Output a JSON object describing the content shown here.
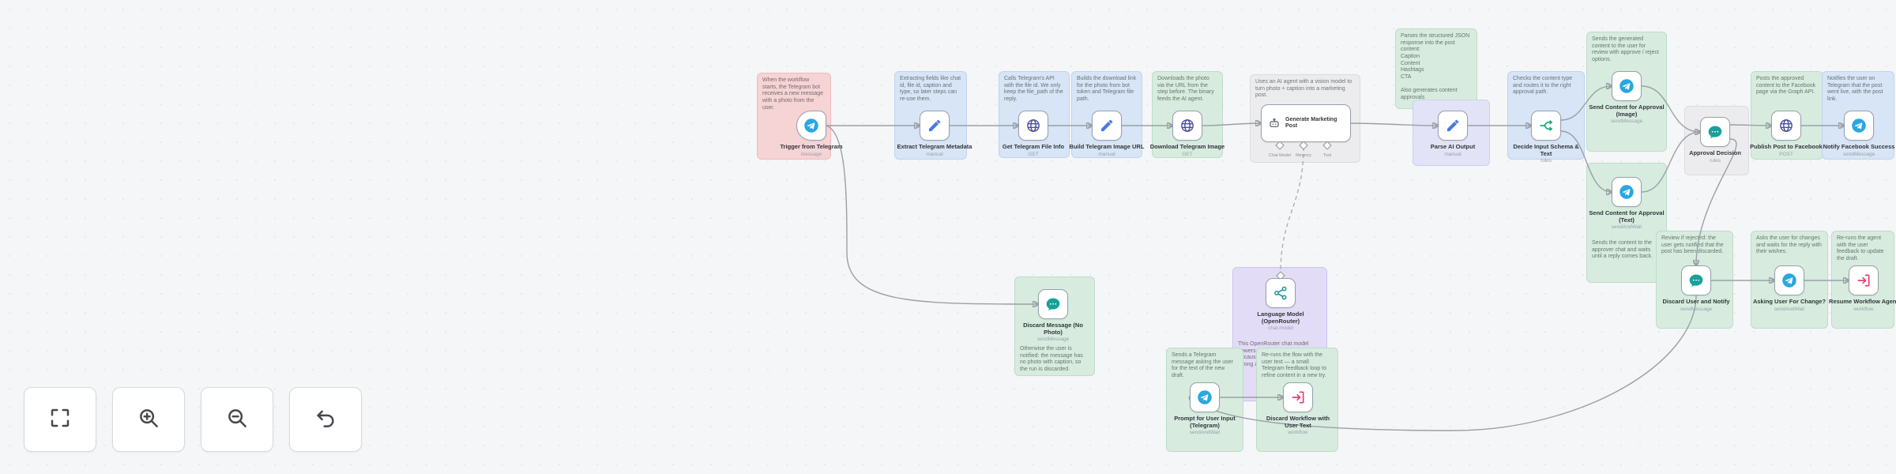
{
  "app": {
    "name": "workflow-canvas"
  },
  "controls": {
    "buttons": [
      {
        "name": "fit-view"
      },
      {
        "name": "zoom-in"
      },
      {
        "name": "zoom-out"
      },
      {
        "name": "undo"
      }
    ]
  },
  "colors": {
    "telegram": "#2aa7e0",
    "edit": "#4878e0",
    "http": "#4b4f9e",
    "switch": "#1ea672",
    "chat": "#17a09a",
    "danger": "#e0426b",
    "edge": "#9aa0a6"
  },
  "agent": {
    "title": "Generate Marketing Post",
    "ports": [
      "Chat Model",
      "Memory",
      "Tool"
    ]
  },
  "nodes": {
    "trigger": {
      "label": "Trigger from Telegram",
      "sublabel": "message"
    },
    "extract": {
      "label": "Extract Telegram Metadata",
      "sublabel": "manual"
    },
    "get_file": {
      "label": "Get Telegram File Info",
      "sublabel": "GET"
    },
    "build_url": {
      "label": "Build Telegram Image URL",
      "sublabel": "manual"
    },
    "download": {
      "label": "Download Telegram Image",
      "sublabel": "GET"
    },
    "language_model": {
      "label": "Language Model (OpenRouter)",
      "sublabel": "chat model"
    },
    "parse": {
      "label": "Parse AI Output",
      "sublabel": "manual"
    },
    "decide": {
      "label": "Decide Input Schema & Text",
      "sublabel": "rules"
    },
    "approve_image": {
      "label": "Send Content for Approval (Image)",
      "sublabel": "sendMessage"
    },
    "approve_text": {
      "label": "Send Content for Approval (Text)",
      "sublabel": "sendAndWait"
    },
    "decision": {
      "label": "Approval Decision",
      "sublabel": "rules"
    },
    "publish": {
      "label": "Publish Post to Facebook",
      "sublabel": "POST"
    },
    "notify": {
      "label": "Notify Facebook Success",
      "sublabel": "sendMessage"
    },
    "discard_notify": {
      "label": "Discard User and Notify",
      "sublabel": "sendMessage"
    },
    "ask_change": {
      "label": "Asking User For Change?",
      "sublabel": "sendAndWait"
    },
    "resume": {
      "label": "Resume Workflow Agent",
      "sublabel": "workflow"
    },
    "prompt_input": {
      "label": "Prompt for User Input (Telegram)",
      "sublabel": "sendAndWait"
    },
    "discard_user": {
      "label": "Discard Workflow with User Text",
      "sublabel": "workflow"
    },
    "no_photo": {
      "label": "Discard Message (No Photo)",
      "sublabel": "sendMessage"
    }
  },
  "stickies": {
    "trigger": {
      "text": "When the workflow starts, the Telegram bot receives a new message with a photo from the user."
    },
    "extract": {
      "text": "Extracting fields like chat id, file id, caption and type, so later steps can re-use them."
    },
    "get_file": {
      "text": "Calls Telegram's API with the file id. We only keep the file_path of the reply."
    },
    "build_url": {
      "text": "Builds the download link for the photo from bot token and Telegram file path."
    },
    "download": {
      "text": "Downloads the photo via the URL from the step before. The binary feeds the AI agent."
    },
    "agent": {
      "text": "Uses an AI agent with a vision model to turn photo + caption into a marketing post."
    },
    "language_model": {
      "text": "This OpenRouter chat model powers the AI agent. Picked because it is fast, affordable and strong at grounded post content."
    },
    "parse_note": {
      "text": "Parses the structured JSON response into the post content:\nCaption\nContent\nHashtags\nCTA\n\nAlso generates content approvals"
    },
    "decide": {
      "text": "Checks the content type and routes it to the right approval path."
    },
    "approve_image": {
      "text": "Sends the generated content to the user for review with approve / reject options."
    },
    "approve_text": {
      "text": "Sends the content to the approver chat and waits until a reply comes back."
    },
    "publish": {
      "text": "Posts the approved content to the Facebook page via the Graph API."
    },
    "notify": {
      "text": "Notifies the user on Telegram that the post went live, with the post link."
    },
    "discard_notify": {
      "text": "Review if rejected: the user gets notified that the post has been discarded."
    },
    "ask_change": {
      "text": "Asks the user for changes and waits for the reply with their wishes."
    },
    "resume": {
      "text": "Re-runs the agent with the user feedback to update the draft."
    },
    "prompt_input": {
      "text": "Sends a Telegram message asking the user for the text of the new draft."
    },
    "discard_user": {
      "text": "Re-runs the flow with the user text — a small Telegram feedback loop to refine content in a new try."
    },
    "no_photo": {
      "text": "Otherwise the user is notified: the message has no photo with caption, so the run is discarded."
    }
  }
}
